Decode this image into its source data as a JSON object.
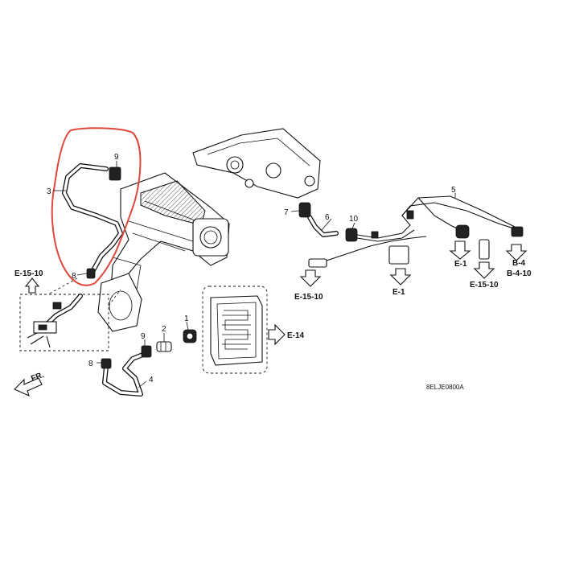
{
  "highlight": {
    "color": "#e0473c"
  },
  "callouts": {
    "p1": "1",
    "p2": "2",
    "p3": "3",
    "p4": "4",
    "p5": "5",
    "p6": "6",
    "p7": "7",
    "p8a": "8",
    "p8b": "8",
    "p9a": "9",
    "p9b": "9",
    "p10": "10"
  },
  "references": {
    "e15_10_left": "E-15-10",
    "e15_10_bottom_left": "E-15-10",
    "e1_mid": "E-1",
    "e1_right": "E-1",
    "e15_10_right": "E-15-10",
    "b4": "B-4",
    "b4_10": "B-4-10",
    "e14": "E-14"
  },
  "front_indicator": "FR.",
  "diagram_code": "8ELJE0800A"
}
